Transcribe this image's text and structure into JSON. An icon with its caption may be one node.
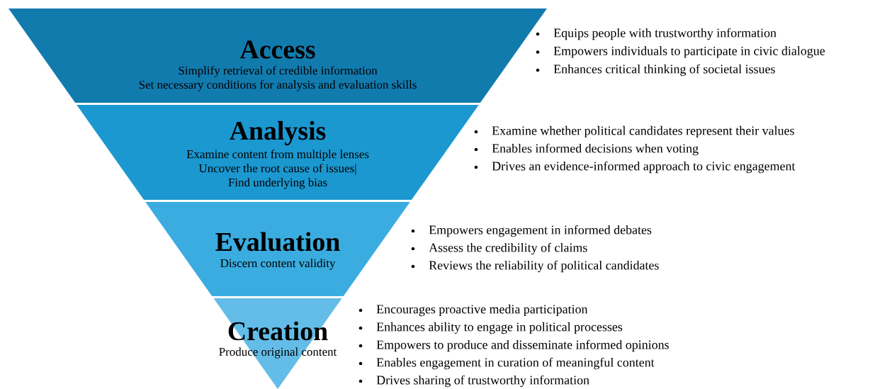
{
  "diagram": {
    "nodes": [
      {
        "text": [
          "Access",
          "Simplify retrieval of credible information",
          "Set necessary conditions for analysis and evaluation skills"
        ],
        "beside": [
          "Equips people with trustworthy information",
          "Empowers individuals to participate in civic dialogue",
          "Enhances critical thinking of societal issues"
        ]
      },
      {
        "text": [
          "Analysis",
          "Examine content from multiple lenses",
          "Uncover the root cause of issues|",
          "Find underlying bias"
        ],
        "beside": [
          "Examine whether political candidates represent their values",
          "Enables informed decisions when voting",
          "Drives an evidence-informed approach to civic engagement"
        ]
      },
      {
        "text": [
          "Evaluation",
          "Discern content validity"
        ],
        "beside": [
          "Empowers engagement in informed debates",
          "Assess the credibility of claims",
          "Reviews the reliability of political candidates"
        ]
      },
      {
        "text": [
          "Creation",
          "Produce original content"
        ],
        "beside": [
          "Encourages proactive media participation",
          "Enhances ability to engage in political processes",
          "Empowers to produce and disseminate informed opinions",
          "Enables engagement in curation of meaningful content",
          "Drives sharing of trustworthy information"
        ]
      }
    ]
  }
}
